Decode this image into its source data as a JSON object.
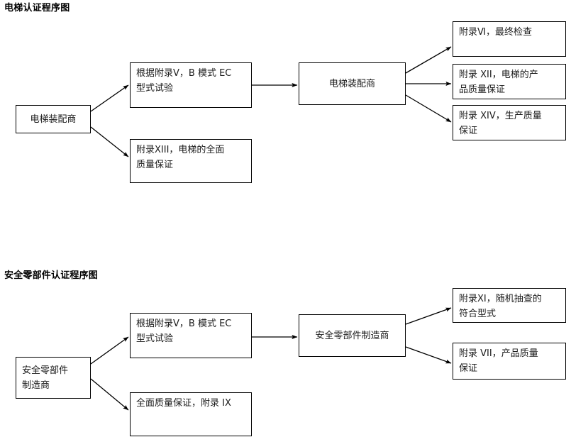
{
  "diagrams": [
    {
      "title": "电梯认证程序图",
      "nodes": {
        "source": "电梯装配商",
        "branch_top": "根据附录Ⅴ，B 模式 EC\n型式试验",
        "branch_bottom": "附录XIII，电梯的全面\n质量保证",
        "middle": "电梯装配商",
        "out_1": "附录Ⅵ，最终检查",
        "out_2": "附录 XII，电梯的产\n品质量保证",
        "out_3": "附录 XIV，生产质量\n保证"
      }
    },
    {
      "title": "安全零部件认证程序图",
      "nodes": {
        "source": "安全零部件\n制造商",
        "branch_top": "根据附录Ⅴ，B 模式 EC\n型式试验",
        "branch_bottom": "全面质量保证，附录 IX",
        "middle": "安全零部件制造商",
        "out_1": "附录XI，随机抽查的\n符合型式",
        "out_2": "附录 VII，产品质量\n保证"
      }
    }
  ],
  "colors": {
    "stroke": "#000000",
    "background": "#ffffff",
    "text": "#1a1a1a"
  }
}
